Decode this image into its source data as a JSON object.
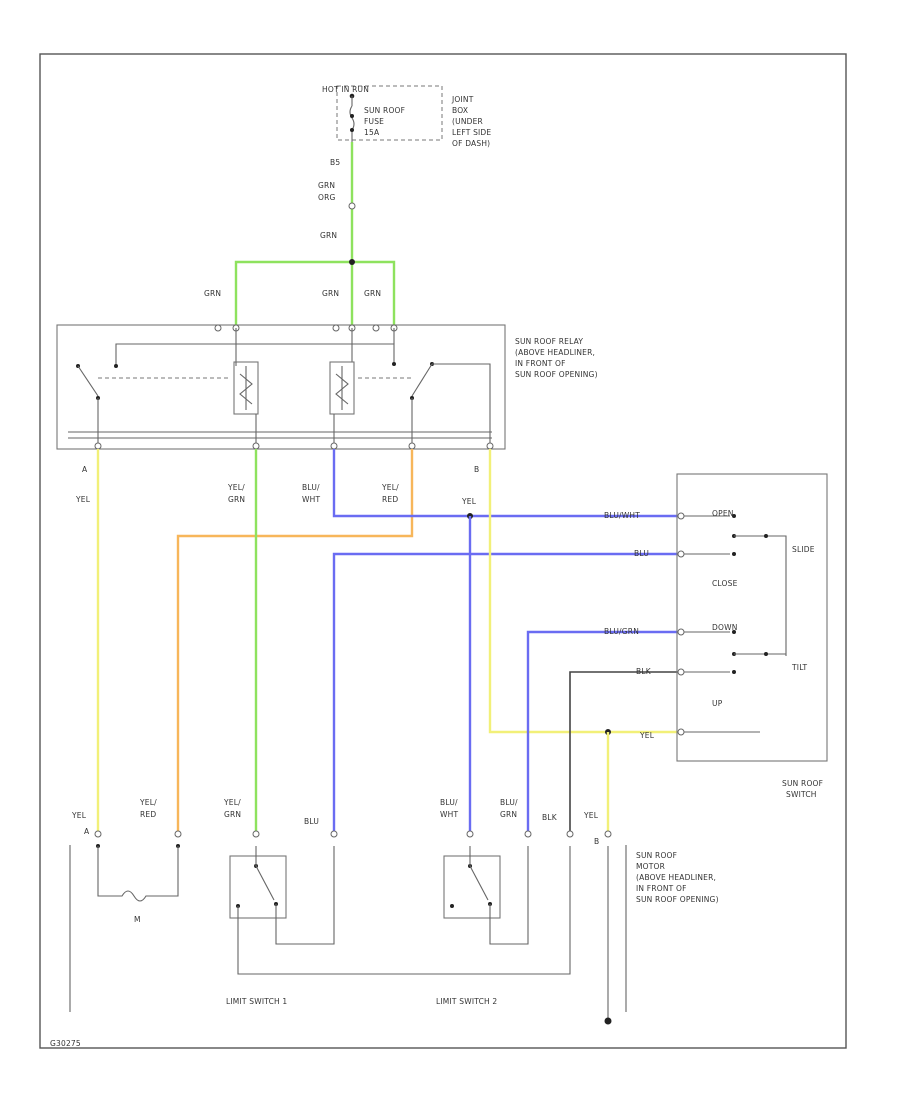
{
  "colors": {
    "grn": "#8ee25e",
    "yel": "#f2f078",
    "org": "#f7b65a",
    "blu": "#6a6cf2",
    "blk": "#444444",
    "frame": "#555555"
  },
  "fuse_block": {
    "source": "HOT IN RUN",
    "fuse": [
      "SUN ROOF",
      "FUSE",
      "15A"
    ],
    "location": [
      "JOINT",
      "BOX",
      "(UNDER",
      "LEFT SIDE",
      "OF DASH)"
    ]
  },
  "wire_labels": {
    "pin": "B5",
    "grn_org": [
      "GRN",
      "ORG"
    ],
    "grn": "GRN",
    "yel": "YEL",
    "yel_grn": [
      "YEL/",
      "GRN"
    ],
    "blu_wht": [
      "BLU/",
      "WHT"
    ],
    "yel_red": [
      "YEL/",
      "RED"
    ],
    "blu_wht_switch": "BLU/WHT",
    "blu": "BLU",
    "blu_grn": "BLU/GRN",
    "blk": "BLK",
    "blu_grn_stack": [
      "BLU/",
      "GRN"
    ],
    "connector_a": "A",
    "connector_b": "B"
  },
  "relay": {
    "label": [
      "SUN ROOF RELAY",
      "(ABOVE HEADLINER,",
      "IN FRONT OF",
      "SUN ROOF OPENING)"
    ]
  },
  "switch": {
    "open": "OPEN",
    "close": "CLOSE",
    "slide": "SLIDE",
    "down": "DOWN",
    "up": "UP",
    "tilt": "TILT",
    "label": [
      "SUN ROOF",
      "SWITCH"
    ]
  },
  "motor": {
    "symbol": "M",
    "label": [
      "SUN ROOF",
      "MOTOR",
      "(ABOVE HEADLINER,",
      "IN FRONT OF",
      "SUN ROOF OPENING)"
    ]
  },
  "limit_switch_1": "LIMIT SWITCH 1",
  "limit_switch_2": "LIMIT SWITCH 2",
  "figure_id": "G30275"
}
